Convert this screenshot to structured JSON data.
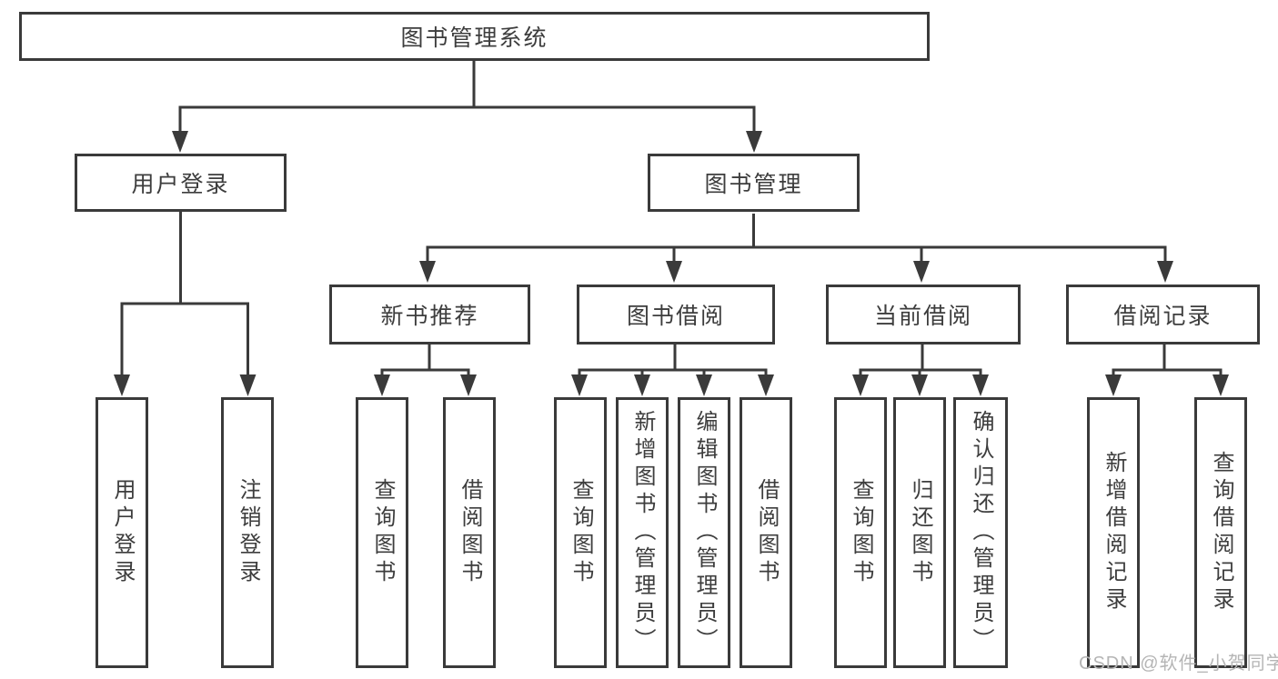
{
  "colors": {
    "line": "#3a3a3a",
    "box_border": "#3a3a3a",
    "box_fill": "#ffffff",
    "text": "#3d3d3d",
    "watermark": "#b5b5b5",
    "background": "#ffffff"
  },
  "watermark": "CSDN @软件_小贺同学",
  "tree": {
    "root": "图书管理系统",
    "branches": [
      {
        "label": "用户登录",
        "children": [
          "用户登录",
          "注销登录"
        ]
      },
      {
        "label": "图书管理",
        "sections": [
          {
            "label": "新书推荐",
            "children": [
              "查询图书",
              "借阅图书"
            ]
          },
          {
            "label": "图书借阅",
            "children": [
              "查询图书",
              "新增图书（管理员）",
              "编辑图书（管理员）",
              "借阅图书"
            ]
          },
          {
            "label": "当前借阅",
            "children": [
              "查询图书",
              "归还图书",
              "确认归还（管理员）"
            ]
          },
          {
            "label": "借阅记录",
            "children": [
              "新增借阅记录",
              "查询借阅记录"
            ]
          }
        ]
      }
    ]
  }
}
